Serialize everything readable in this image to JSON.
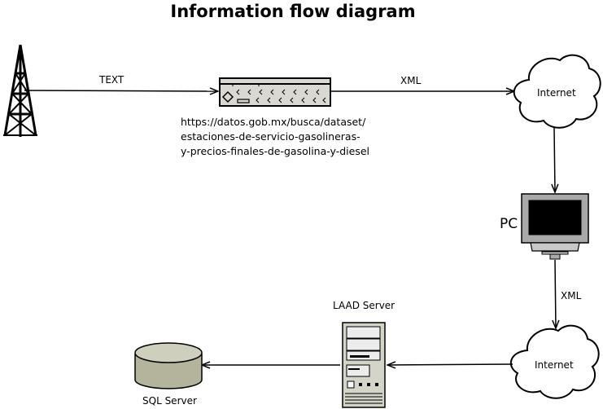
{
  "title": "Information flow diagram",
  "edges": {
    "tower_to_source": "TEXT",
    "source_to_internet": "XML",
    "pc_to_internet": "XML"
  },
  "source_url_lines": [
    "https://datos.gob.mx/busca/dataset/",
    "estaciones-de-servicio-gasolineras-",
    "y-precios-finales-de-gasolina-y-diesel"
  ],
  "nodes": {
    "internet_top": "Internet",
    "internet_bottom": "Internet",
    "pc": "PC",
    "laad_server": "LAAD Server",
    "sql_server": "SQL Server"
  },
  "colors": {
    "server_body": "#d4d4c8",
    "monitor_body": "#a9a9a9",
    "database_body": "#b4b49c",
    "database_top": "#cfcfbd"
  }
}
